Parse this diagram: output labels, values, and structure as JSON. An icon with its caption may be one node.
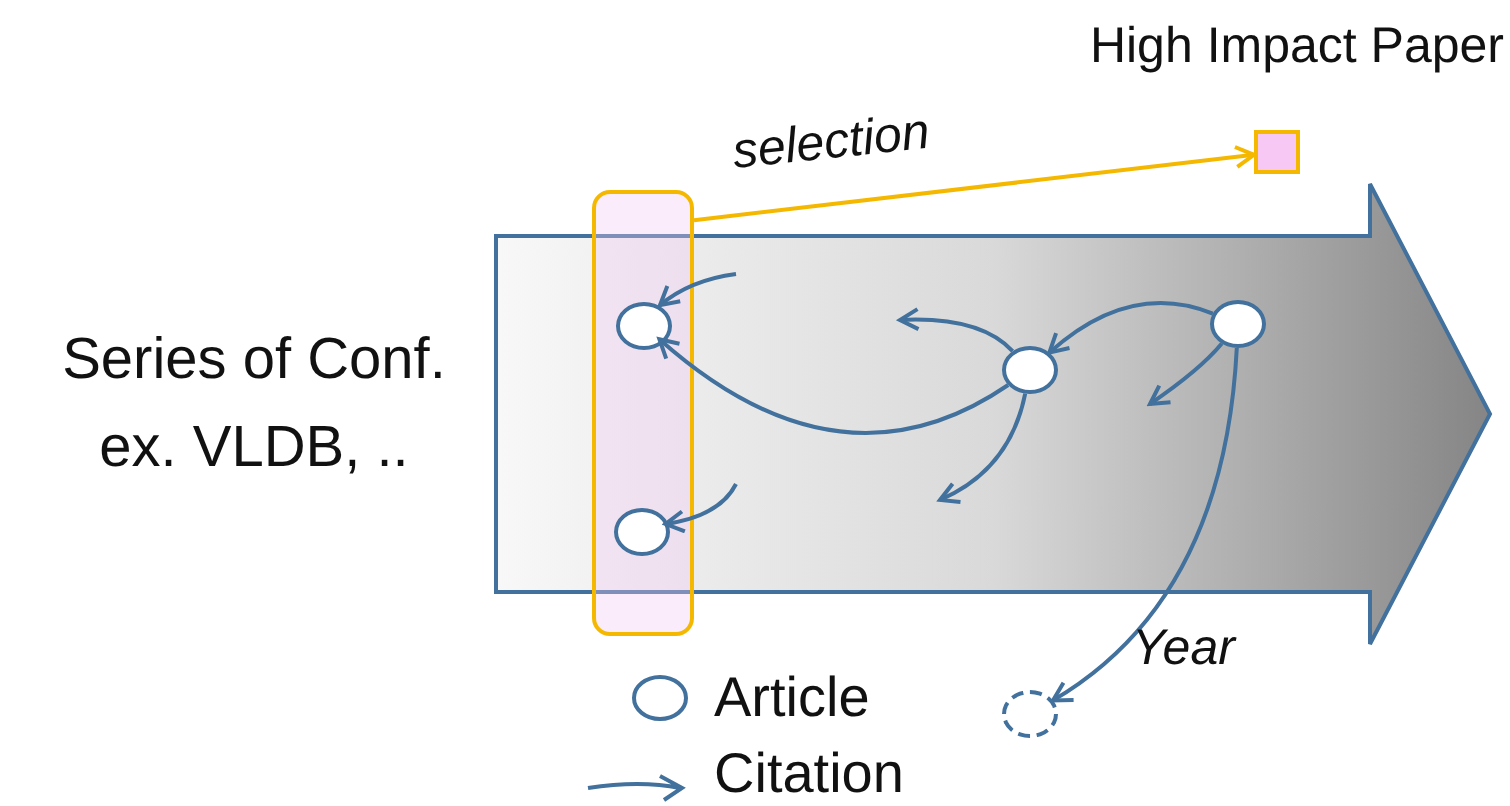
{
  "diagram": {
    "nodes": [
      {
        "text": [],
        "shape": "box"
      },
      {
        "text": [
          "High Impact Paper"
        ]
      },
      {
        "text": [],
        "shape": "circle",
        "in": 0
      },
      {
        "text": [],
        "shape": "circle",
        "in": 0
      },
      {
        "text": [],
        "shape": "circle"
      },
      {
        "text": [],
        "shape": "circle"
      },
      {
        "text": [],
        "shape": "circle"
      }
    ],
    "edges": [
      {
        "from": 0,
        "to": 1,
        "arrow": "to",
        "label": "selection",
        "color": "#f5b800"
      },
      {
        "from": null,
        "to": 2,
        "arrow": "to"
      },
      {
        "from": 4,
        "to": 2,
        "arrow": "to"
      },
      {
        "from": 5,
        "to": 4,
        "arrow": "to"
      },
      {
        "from": 4,
        "to": null,
        "arrow": "to"
      },
      {
        "from": 4,
        "to": null,
        "arrow": "to"
      },
      {
        "from": 5,
        "to": null,
        "arrow": "to"
      },
      {
        "from": null,
        "to": 3,
        "arrow": "to"
      },
      {
        "from": 5,
        "to": 6,
        "arrow": "to"
      }
    ],
    "labels": [
      "Series of Conf. ex. VLDB, ..",
      "Year"
    ],
    "legend": [
      {
        "text": "Article"
      },
      {
        "text": "Citation"
      }
    ]
  }
}
